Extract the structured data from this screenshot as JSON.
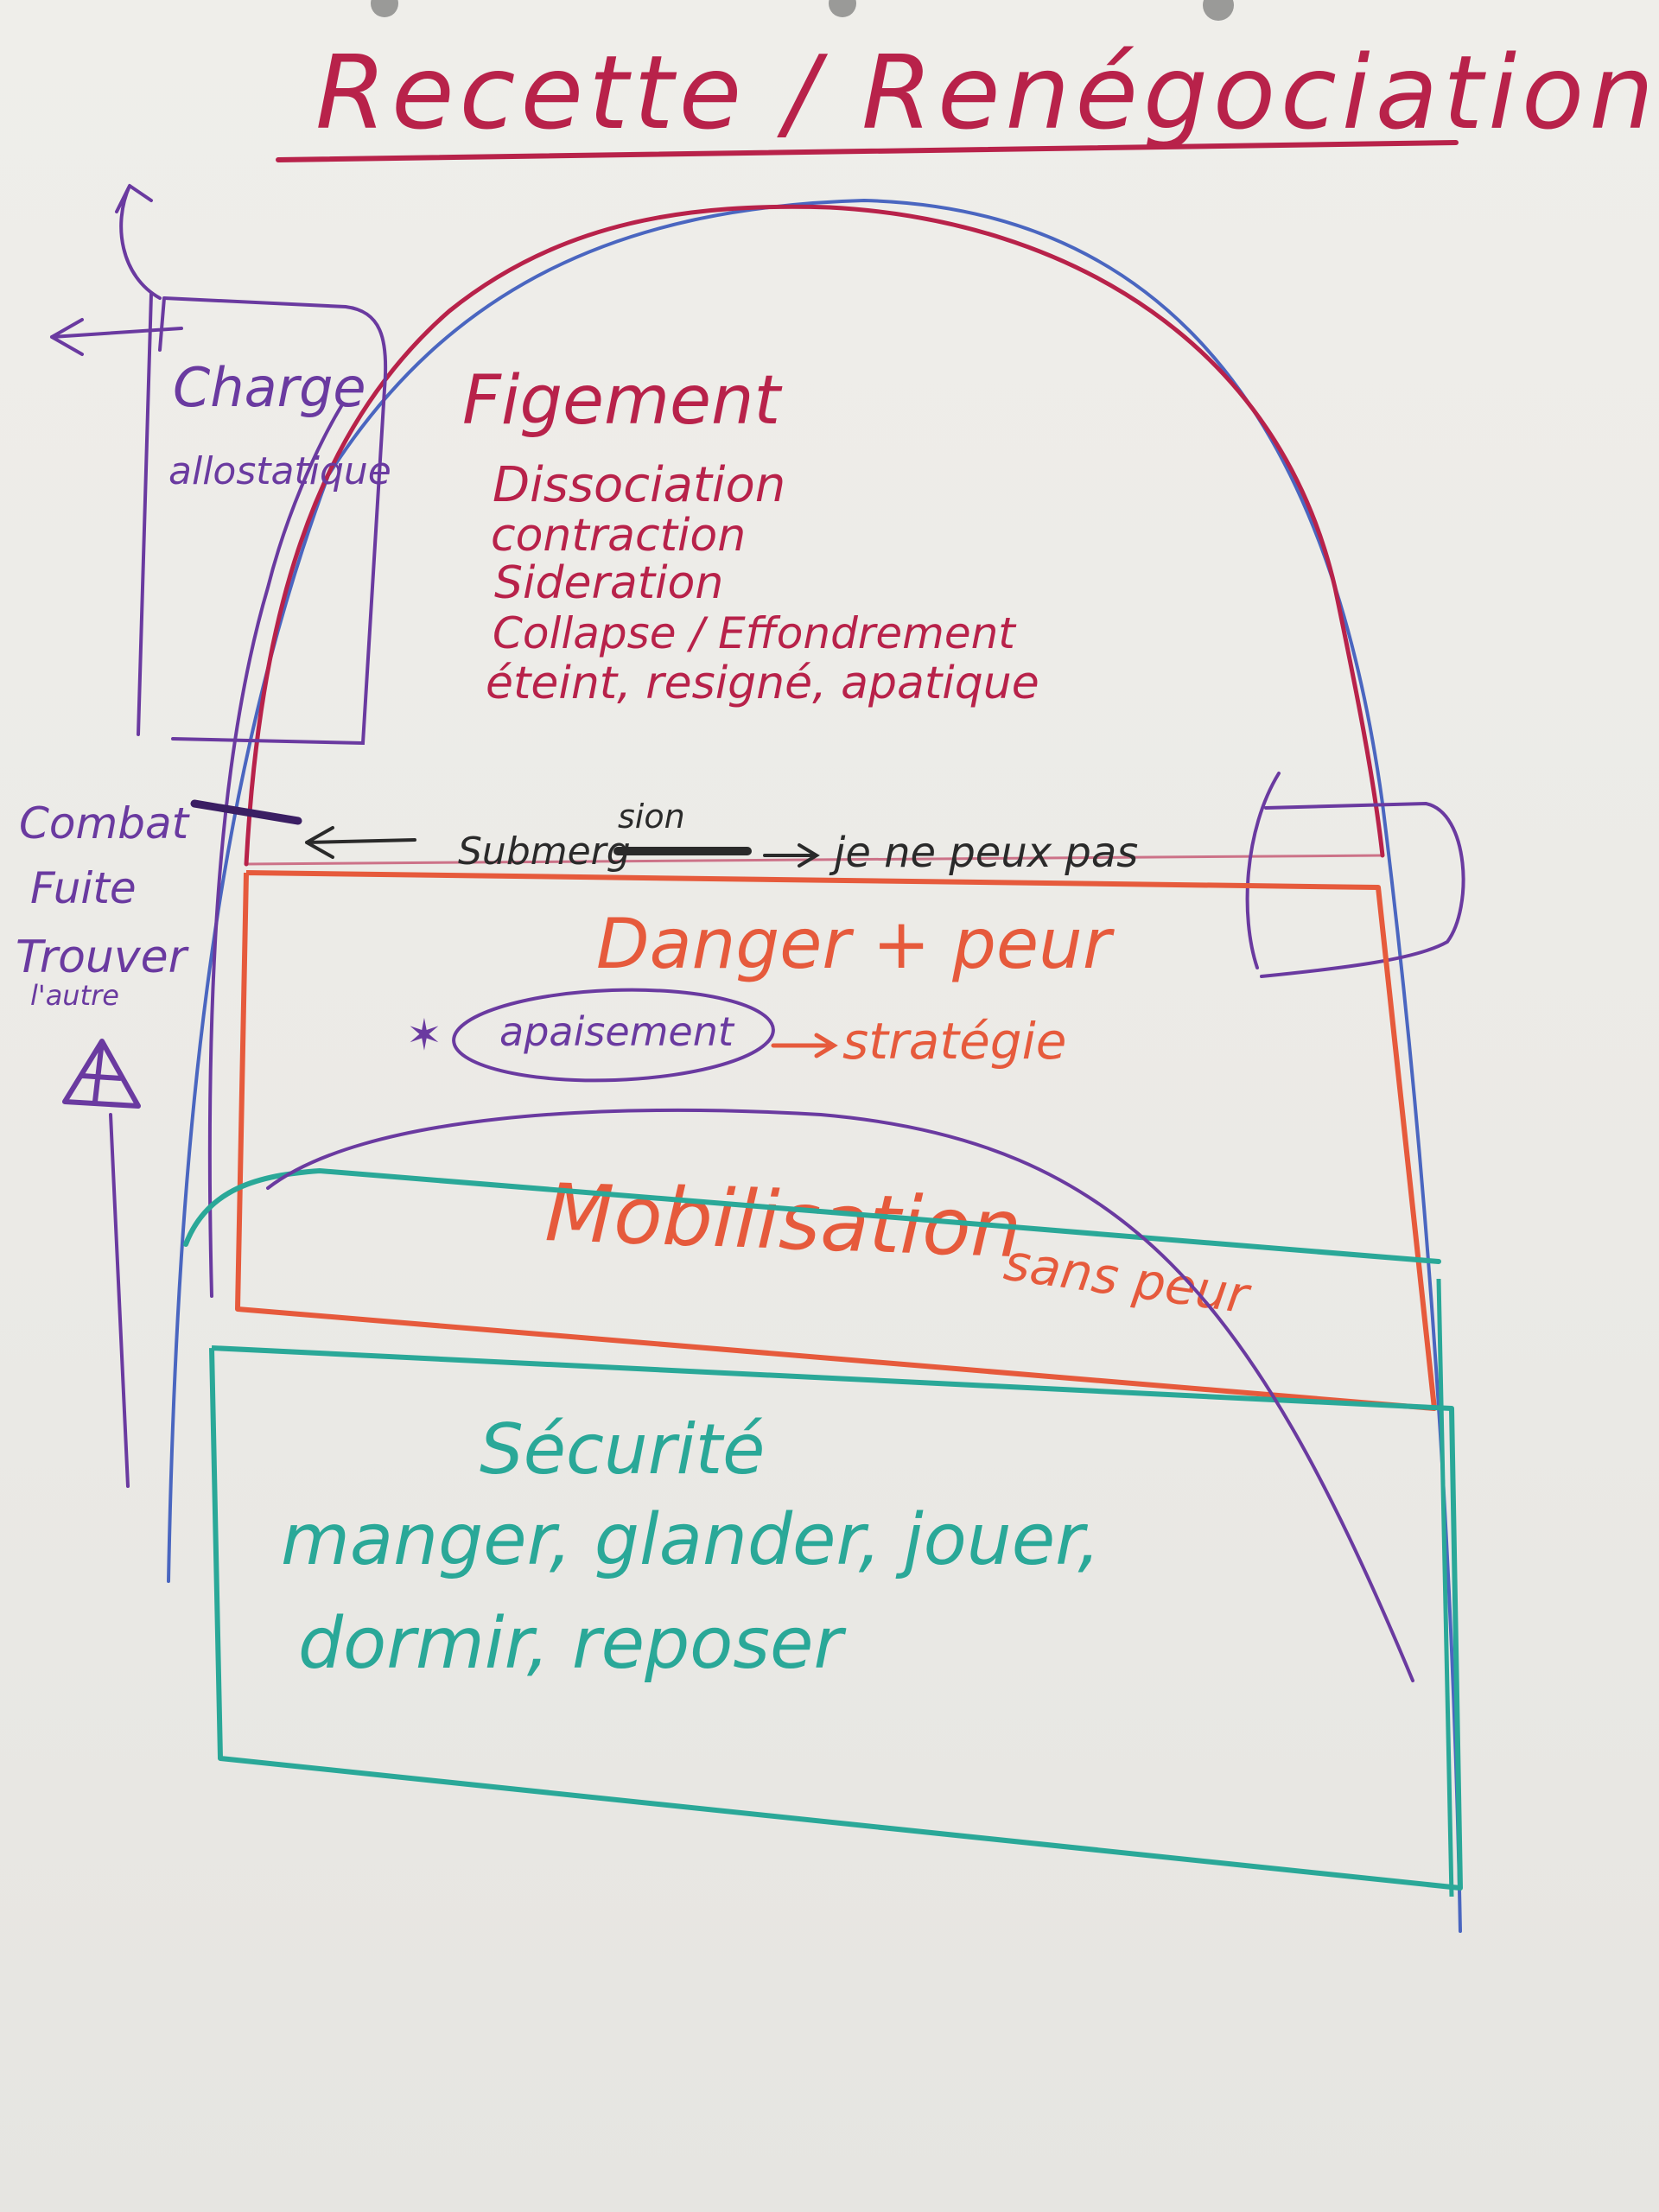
{
  "colors": {
    "paper": "#ecebe7",
    "crimson": "#b8224a",
    "purple": "#6a3aa0",
    "blue": "#4a66c0",
    "orange": "#e65a3c",
    "teal": "#2aa898",
    "black": "#2a2a2a"
  },
  "title": "Recette / Renégociation",
  "frozen_zone": {
    "heading": "Figement",
    "items": [
      "Dissociation",
      "contraction",
      "Sideration",
      "Collapse / Effondrement",
      "éteint, resigné, apatique"
    ]
  },
  "left_box": {
    "line1": "Charge",
    "line2": "allostatique"
  },
  "threshold": {
    "struck_word": "Submerg",
    "correction": "sion",
    "arrow_text": "je ne peux pas"
  },
  "danger_zone": {
    "heading": "Danger + peur",
    "apaisement": "apaisement",
    "strategie": "stratégie",
    "mobilisation_1": "Mobilisation",
    "mobilisation_2": "sans peur"
  },
  "safety_zone": {
    "heading": "Sécurité",
    "line1": "manger, glander, jouer,",
    "line2": "dormir, reposer"
  },
  "left_side": {
    "combat": "Combat",
    "fuite": "Fuite",
    "trouver": "Trouver",
    "lautre": "l'autre"
  }
}
